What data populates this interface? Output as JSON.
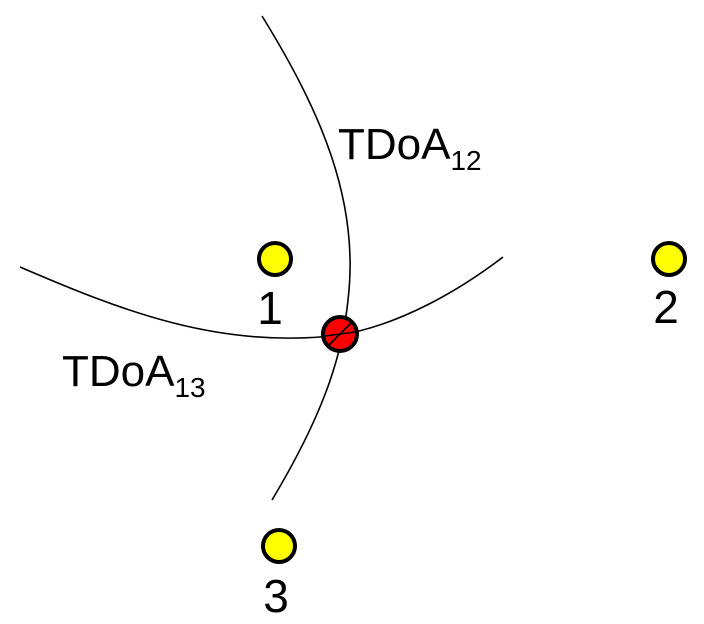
{
  "colors": {
    "background": "#ffffff",
    "receiver_fill": "#ffff00",
    "emitter_fill": "#ff0000",
    "stroke": "#000000"
  },
  "curves": [
    {
      "id": "tdoa12",
      "label_main": "TDoA",
      "label_sub": "12"
    },
    {
      "id": "tdoa13",
      "label_main": "TDoA",
      "label_sub": "13"
    }
  ],
  "receivers": [
    {
      "id": "r1",
      "label": "1"
    },
    {
      "id": "r2",
      "label": "2"
    },
    {
      "id": "r3",
      "label": "3"
    }
  ],
  "emitter": {
    "id": "intersection",
    "symbol": "crossed-circle"
  }
}
